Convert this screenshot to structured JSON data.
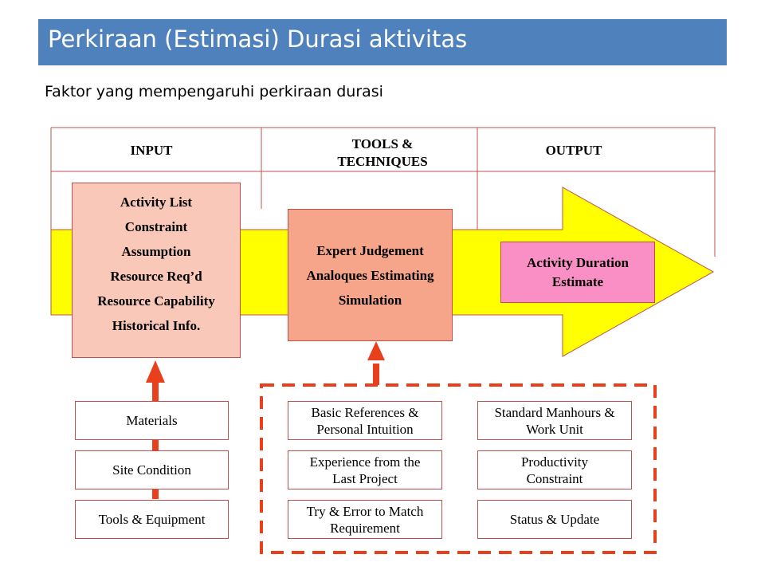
{
  "header": {
    "title": "Perkiraan (Estimasi) Durasi aktivitas",
    "subtitle": "Faktor yang mempengaruhi perkiraan durasi"
  },
  "columns": {
    "input": "INPUT",
    "tools_line1": "TOOLS &",
    "tools_line2": "TECHNIQUES",
    "output": "OUTPUT"
  },
  "input_box": {
    "lines": [
      "Activity List",
      "Constraint",
      "Assumption",
      "Resource Req’d",
      "Resource Capability",
      "Historical Info."
    ]
  },
  "tools_box": {
    "lines": [
      "Expert Judgement",
      "Analoques Estimating",
      "Simulation"
    ]
  },
  "output_box": {
    "lines": [
      "Activity Duration",
      "Estimate"
    ]
  },
  "input_factors": [
    "Materials",
    "Site Condition",
    "Tools & Equipment"
  ],
  "tool_factors_left": [
    {
      "line1": "Basic References &",
      "line2": "Personal Intuition"
    },
    {
      "line1": "Experience from the",
      "line2": "Last Project"
    },
    {
      "line1": "Try & Error to Match",
      "line2": "Requirement"
    }
  ],
  "tool_factors_right": [
    {
      "line1": "Standard Manhours &",
      "line2": "Work Unit"
    },
    {
      "line1": "Productivity",
      "line2": "Constraint"
    },
    {
      "line1": "Status & Update",
      "line2": ""
    }
  ],
  "colors": {
    "title_bar": "#4F81BD",
    "arrow": "#FFFF00",
    "input_box": "#F9C8B8",
    "tools_box": "#F6A58A",
    "output_box": "#F98FC4",
    "connector": "#E8401C"
  }
}
